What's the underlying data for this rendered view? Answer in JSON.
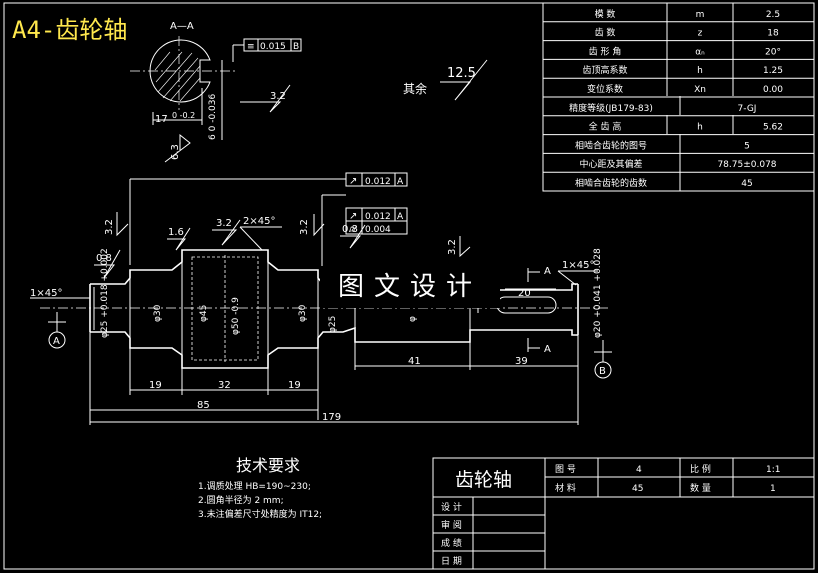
{
  "title": "A4-齿轮轴",
  "section_label": "A—A",
  "remaining_roughness": {
    "label": "其余",
    "value": "12.5"
  },
  "watermark": "图文设计",
  "gear_table": [
    {
      "name": "模    数",
      "symbol": "m",
      "value": "2.5"
    },
    {
      "name": "齿    数",
      "symbol": "z",
      "value": "18"
    },
    {
      "name": "齿 形 角",
      "symbol": "αₙ",
      "value": "20°"
    },
    {
      "name": "齿顶高系数",
      "symbol": "h",
      "value": "1.25"
    },
    {
      "name": "变位系数",
      "symbol": "Xn",
      "value": "0.00"
    },
    {
      "name": "精度等级(JB179-83)",
      "symbol": "",
      "value": "7-GJ"
    },
    {
      "name": "全 齿 高",
      "symbol": "h",
      "value": "5.62"
    },
    {
      "name": "相啮合齿轮的图号",
      "symbol": "",
      "value": "5"
    },
    {
      "name": "中心距及其偏差",
      "symbol": "",
      "value": "78.75±0.078"
    },
    {
      "name": "相啮合齿轮的齿数",
      "symbol": "",
      "value": "45"
    }
  ],
  "tech_requirements": {
    "heading": "技术要求",
    "items": [
      "1.调质处理 HB=190~230;",
      "2.圆角半径为 2 mm;",
      "3.未注偏差尺寸处精度为 IT12;"
    ]
  },
  "title_block": {
    "part_name": "齿轮轴",
    "drawing_no_label": "图  号",
    "drawing_no": "4",
    "scale_label": "比  例",
    "scale": "1:1",
    "material_label": "材  料",
    "material": "45",
    "quantity_label": "数  量",
    "quantity": "1",
    "rows": [
      "设  计",
      "审  阅",
      "成  绩",
      "日  期"
    ]
  },
  "dimensions": {
    "section_width": "17",
    "section_width_tol": "0\n-0.2",
    "section_keyway": "6",
    "section_keyway_tol": "0\n-0.036",
    "section_flatness": "0.015",
    "section_datum": "B",
    "section_rough_1": "3.2",
    "section_rough_2": "6.3",
    "chamfer_left": "1×45°",
    "chamfer_right": "1×45°",
    "chamfer_gear": "2×45°",
    "rough_08_a": "0.8",
    "rough_08_b": "0.8",
    "rough_16": "1.6",
    "rough_32_a": "3.2",
    "rough_32_b": "3.2",
    "rough_32_c": "3.2",
    "rough_32_d": "3.2",
    "runout_1": "0.012",
    "runout_1_datum": "A",
    "runout_2": "0.012",
    "runout_2_datum": "A",
    "cyl": "0.004",
    "d_left": "φ25",
    "d_left_tol": "+0.018\n+0.002",
    "d30_left": "φ30",
    "d45": "φ45",
    "d50": "φ50",
    "d50_tol": "-0.9",
    "d30_right": "φ30",
    "d25_right": "φ25",
    "d_mid": "φ",
    "d20": "φ20",
    "d20_tol": "+0.041\n+0.028",
    "keyway_len": "20",
    "len_19a": "19",
    "len_32": "32",
    "len_19b": "19",
    "len_85": "85",
    "len_41": "41",
    "len_39": "39",
    "len_179": "179",
    "datum_a": "A",
    "datum_b": "B",
    "section_mark_1": "A",
    "section_mark_2": "A"
  }
}
